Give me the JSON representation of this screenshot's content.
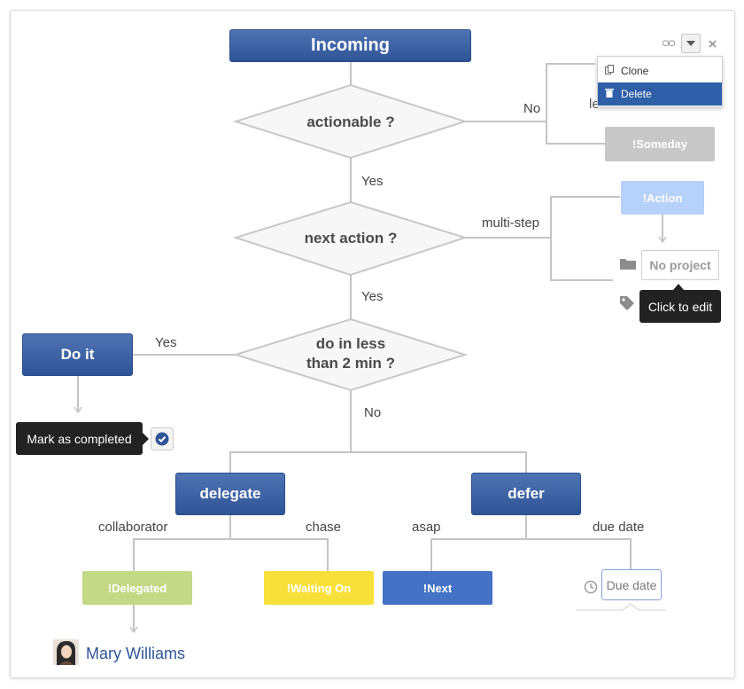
{
  "nodes": {
    "incoming": "Incoming",
    "actionable": "actionable ?",
    "next_action": "next action ?",
    "do_in_less_line1": "do in less",
    "do_in_less_line2": "than 2 min ?",
    "do_it": "Do it",
    "delegate": "delegate",
    "defer": "defer"
  },
  "edge_labels": {
    "no_top": "No",
    "yes_1": "Yes",
    "multi_step": "multi-step",
    "yes_2": "Yes",
    "yes_left": "Yes",
    "no_bottom": "No",
    "collaborator": "collaborator",
    "chase": "chase",
    "asap": "asap",
    "due_date": "due date",
    "partial_hidden": "le"
  },
  "tags": {
    "someday": "!Someday",
    "action": "!Action",
    "delegated": "!Delegated",
    "waiting_on": "!Waiting On",
    "next": "!Next"
  },
  "fields": {
    "no_project": "No project",
    "due_date": "Due date"
  },
  "tooltips": {
    "click_to_edit": "Click to edit",
    "mark_completed": "Mark as completed"
  },
  "context_menu": {
    "clone": "Clone",
    "delete": "Delete"
  },
  "assignee": {
    "name": "Mary Williams"
  },
  "colors": {
    "node_blue": "#2f5597",
    "someday": "#c8c8c8",
    "action": "#b6d1fa",
    "delegated": "#c3d986",
    "waiting_on": "#f8e03b",
    "next": "#4472c4",
    "menu_highlight": "#2f5fa8"
  }
}
